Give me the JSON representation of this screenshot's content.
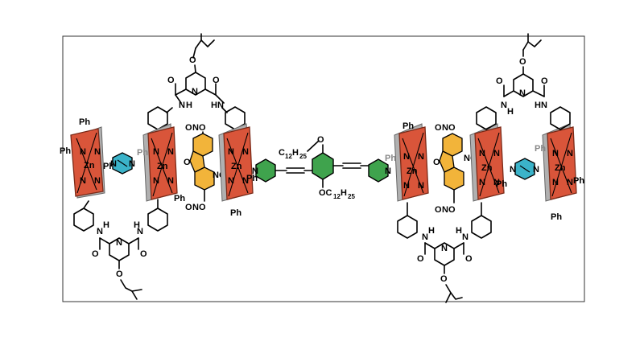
{
  "labels": {
    "zn": "Zn",
    "n": "N",
    "ph": "Ph",
    "no2": "NO",
    "no2_sub": "2",
    "h": "H",
    "o": "O",
    "c12h25_c": "C",
    "c12h25_12": "12",
    "c12h25_h": "H",
    "c12h25_25": "25",
    "oc12h25_o": "OC",
    "oc12h25_12": "12",
    "oc12h25_h": "H",
    "oc12h25_25": "25"
  },
  "colors": {
    "porphyrin": "#d9553a",
    "porphyrin_edge": "#7a2a18",
    "porphyrin_back": "#b0b0b0",
    "dabco": "#3bb3c9",
    "fluorenone": "#f2b43a",
    "pyridyl_green": "#3fa34d",
    "phenyl_fill": "#f6f0d8",
    "frame": "#333333"
  }
}
